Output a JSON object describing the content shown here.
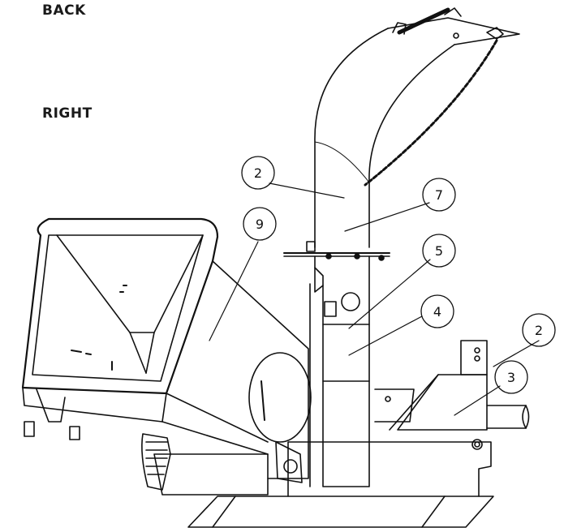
{
  "view_labels": {
    "back": "BACK",
    "right": "RIGHT"
  },
  "callouts": [
    {
      "id": "c-2a",
      "number": "2"
    },
    {
      "id": "c-7",
      "number": "7"
    },
    {
      "id": "c-9",
      "number": "9"
    },
    {
      "id": "c-5",
      "number": "5"
    },
    {
      "id": "c-4",
      "number": "4"
    },
    {
      "id": "c-2b",
      "number": "2"
    },
    {
      "id": "c-3",
      "number": "3"
    }
  ],
  "colors": {
    "line": "#111111",
    "background": "#ffffff"
  }
}
